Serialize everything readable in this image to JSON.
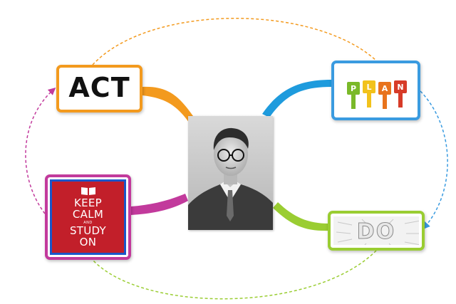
{
  "nodes": {
    "act": {
      "label": "ACT"
    },
    "plan": {
      "letters": [
        "P",
        "L",
        "A",
        "N"
      ]
    },
    "do": {
      "label": "DO"
    },
    "study": {
      "line1": "KEEP",
      "line2": "CALM",
      "line3": "AND",
      "line4": "STUDY",
      "line5": "ON"
    }
  },
  "colors": {
    "act": "#f39a1e",
    "plan": "#3a9be0",
    "do": "#9acd32",
    "study": "#c23a9c",
    "poster_bg": "#c21f2a",
    "poster_border": "#1b56c9",
    "plan_letter_colors": [
      "#7ab929",
      "#f2c21b",
      "#e8731c",
      "#d73b28"
    ]
  },
  "icons": {
    "center": "portrait-photo",
    "poster": "open-book-icon",
    "plan": "plan-letter-posts-icon"
  }
}
